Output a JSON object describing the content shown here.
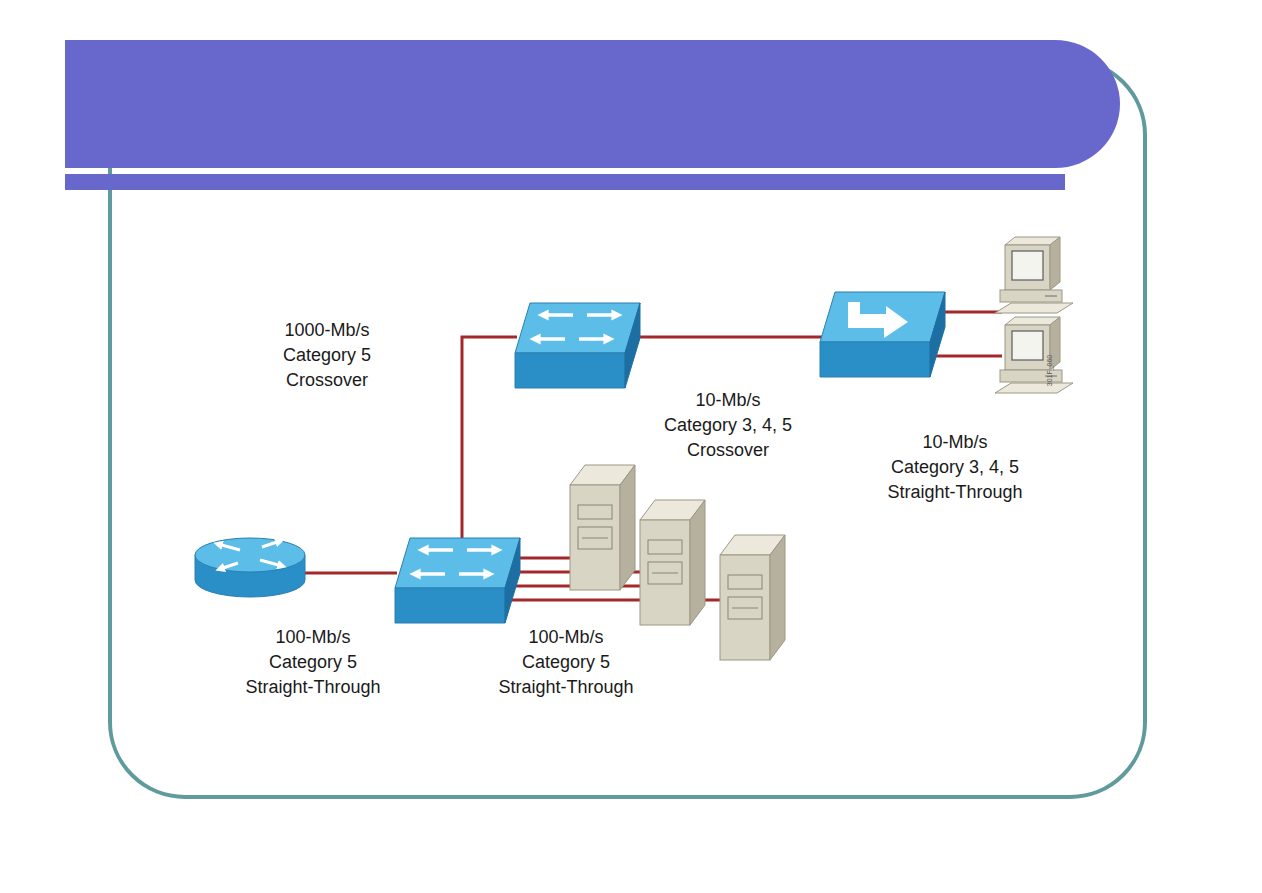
{
  "diagram": {
    "labels": [
      "1000-Mb/s Category 5 Crossover",
      "10-Mb/s Category 3, 4, 5 Crossover",
      "301F_060",
      "10-Mb/s Category 3, 4, 5 Straight-Through",
      "100-Mb/s Category 5 Straight-Through",
      "100-Mb/s Category 5 Straight-Through"
    ]
  }
}
